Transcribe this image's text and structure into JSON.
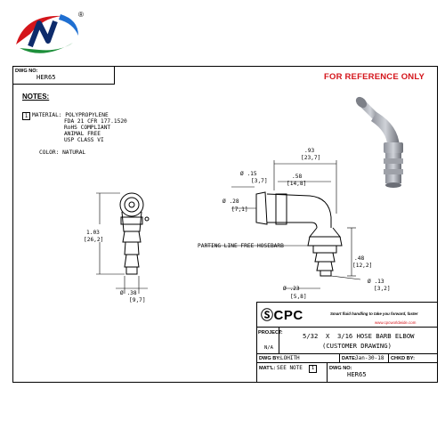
{
  "logo": {
    "brand_icon": "cn-swirl-logo",
    "registered_mark": "®"
  },
  "header": {
    "dwg_no_label": "DWG NO:",
    "dwg_no_value": "HER65",
    "reference_text": "FOR REFERENCE ONLY"
  },
  "notes": {
    "title": "NOTES:",
    "item_number": "1",
    "lines": [
      "MATERIAL: POLYPROPYLENE",
      "FDA 21 CFR 177.1520",
      "RoHS COMPLIANT",
      "ANIMAL FREE",
      "USP CLASS VI",
      "COLOR: NATURAL"
    ]
  },
  "dimensions": {
    "height_in": "1.03",
    "height_mm": "[26,2]",
    "dia_base_in": "Ø .38",
    "dia_base_mm": "[9,7]",
    "width_in": ".93",
    "width_mm": "[23,7]",
    "span_in": ".58",
    "span_mm": "[14,8]",
    "dia_tip_in": "Ø .15",
    "dia_tip_mm": "[3,7]",
    "dia_barb_in": "Ø .28",
    "dia_barb_mm": "[7,1]",
    "drop_in": ".48",
    "drop_mm": "[12,2]",
    "dia_bottom_in": "Ø .13",
    "dia_bottom_mm": "[3,2]",
    "dia_outlet_in": "Ø .23",
    "dia_outlet_mm": "[5,8]",
    "parting_line": "PARTING LINE FREE HOSEBARB"
  },
  "title_block": {
    "company": "CPC",
    "tagline": "Smart fluid handling to take you forward, faster",
    "website": "www.cpcworldwide.com",
    "project_label": "PROJECT:",
    "project_value": "N/A",
    "title_line1": "5/32  X  3/16 HOSE BARB ELBOW",
    "title_line2": "(CUSTOMER DRAWING)",
    "dwg_by_label": "DWG BY:",
    "dwg_by_value": "LOHITH",
    "date_label": "DATE:",
    "date_value": "Jan-30-18",
    "chkd_by_label": "CHKD BY:",
    "chkd_by_value": "",
    "matl_label": "MAT'L:",
    "matl_value": "SEE NOTE",
    "matl_note_no": "1",
    "dwg_no_label": "DWG NO:",
    "dwg_no_value": "HER65"
  }
}
